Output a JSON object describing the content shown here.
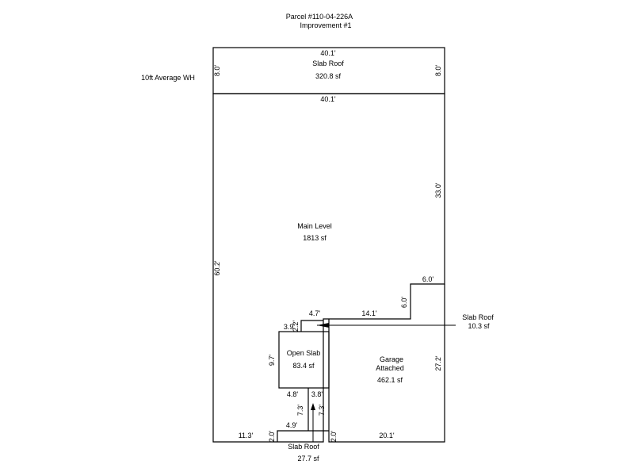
{
  "header": {
    "parcel": "Parcel #110-04-226A",
    "improvement": "Improvement #1"
  },
  "note": "10ft Average WH",
  "areas": {
    "slab_roof_top": {
      "name": "Slab Roof",
      "area": "320.8 sf"
    },
    "main_level": {
      "name": "Main Level",
      "area": "1813 sf"
    },
    "open_slab": {
      "name": "Open Slab",
      "area": "83.4 sf"
    },
    "garage": {
      "name_line1": "Garage",
      "name_line2": "Attached",
      "area": "462.1 sf"
    },
    "slab_roof_right": {
      "name": "Slab Roof",
      "area": "10.3 sf"
    },
    "slab_roof_bottom": {
      "name": "Slab Roof",
      "area": "27.7 sf"
    }
  },
  "dimensions": {
    "top_width": "40.1'",
    "slab_height_left": "8.0'",
    "slab_height_right": "8.0'",
    "main_top_width": "40.1'",
    "right_upper": "33.0'",
    "left_height": "60.2'",
    "step_top": "6.0'",
    "step_vertical": "6.0'",
    "garage_top": "14.1'",
    "small_top": "4.7'",
    "small_side_a": "3.9'",
    "small_side_b": "2.2'",
    "open_slab_height": "9.7'",
    "right_lower": "27.2'",
    "slab_bottom_left": "4.8'",
    "slab_bottom_right": "3.8'",
    "porch_left": "7.3'",
    "porch_right": "7.3'",
    "porch_bottom": "4.9'",
    "bottom_left": "11.3'",
    "offset_left": "2.0'",
    "offset_right": "2.0'",
    "bottom_right": "20.1'"
  }
}
